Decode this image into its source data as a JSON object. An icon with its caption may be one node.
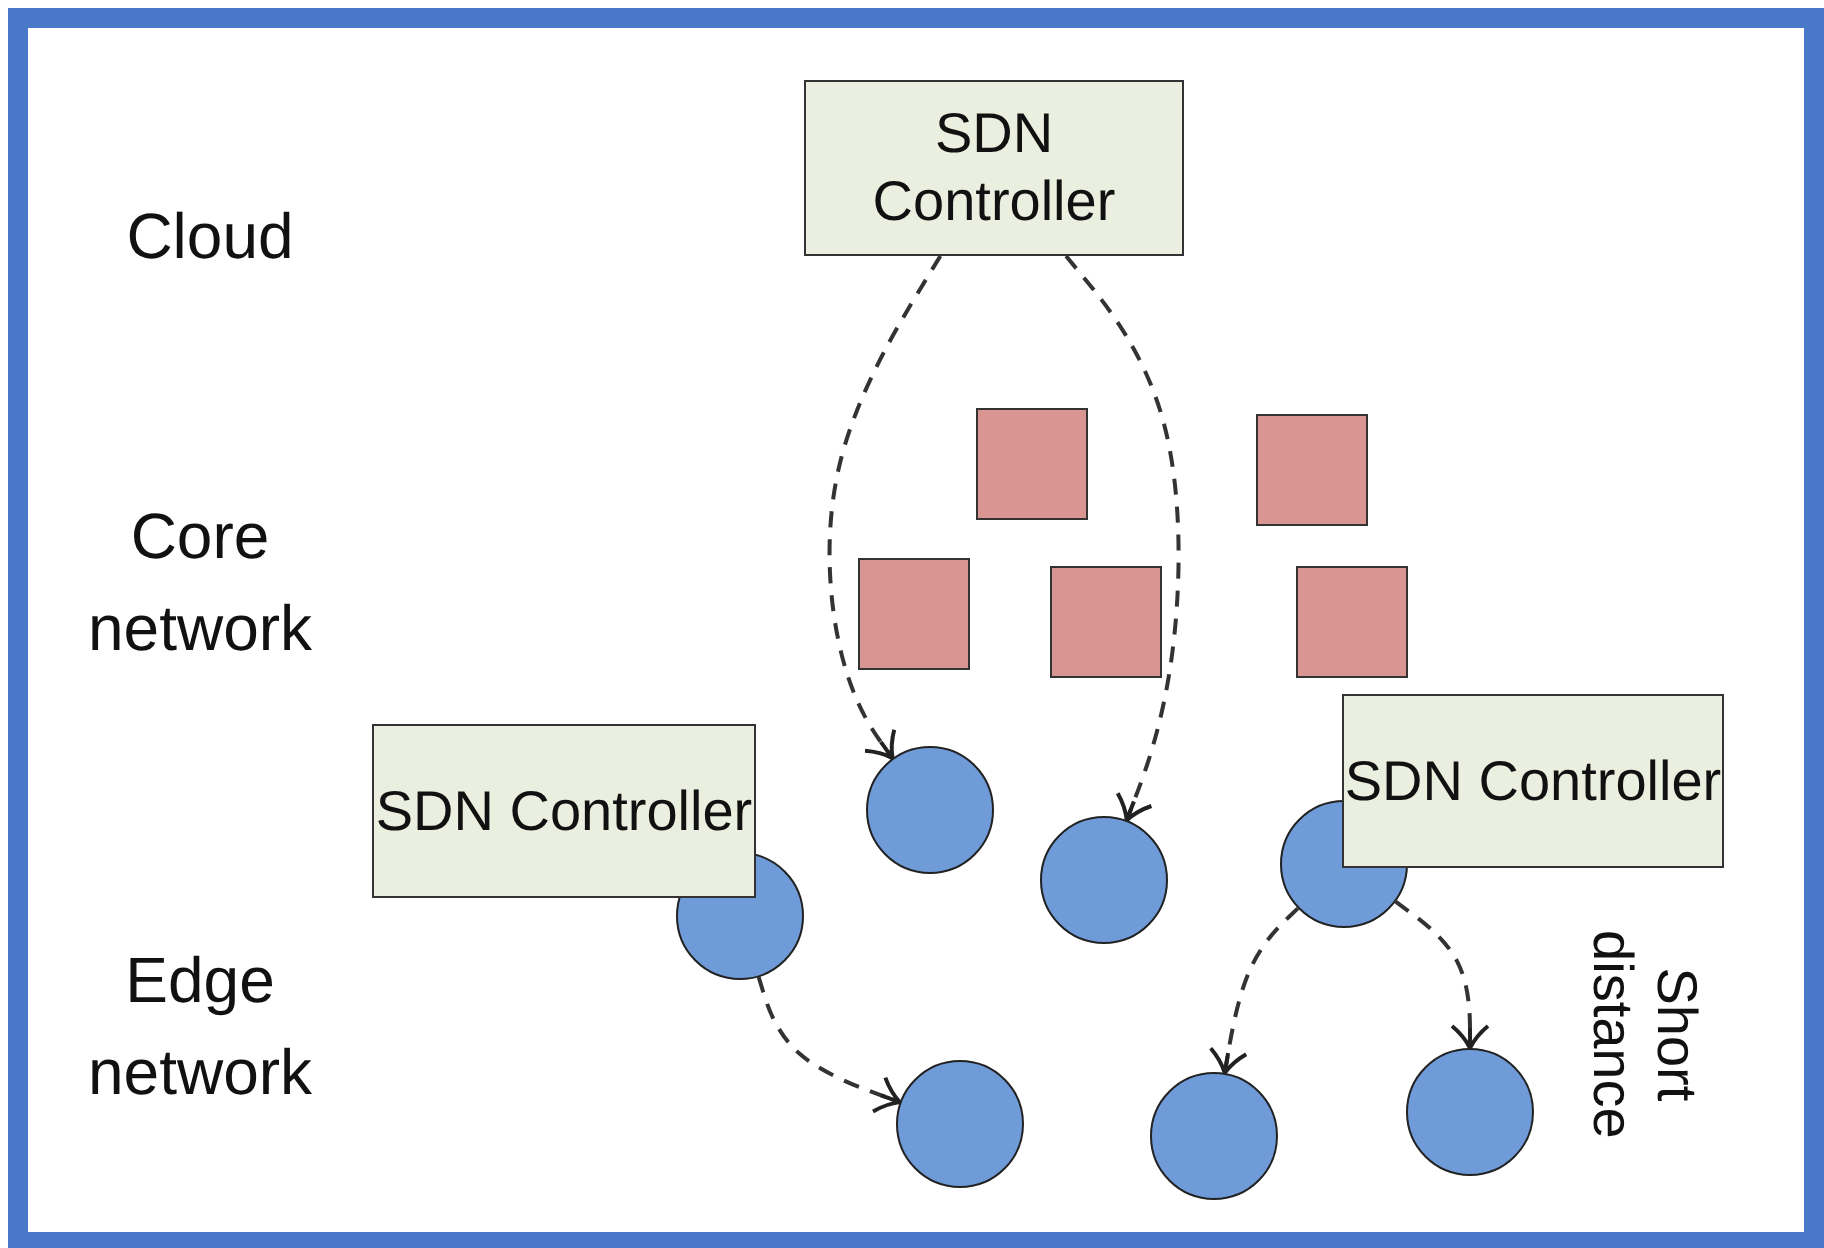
{
  "diagram": {
    "nodes": [
      {
        "text": [
          "SDN Controller"
        ]
      },
      {
        "text": [],
        "shape": "box"
      },
      {
        "text": [],
        "shape": "box"
      },
      {
        "text": [],
        "shape": "box"
      },
      {
        "text": [],
        "shape": "box"
      },
      {
        "text": [],
        "shape": "box"
      },
      {
        "text": [
          "SDN Controller"
        ]
      },
      {
        "text": [
          "SDN Controller"
        ]
      },
      {
        "text": [],
        "shape": "circle"
      },
      {
        "text": [],
        "shape": "circle"
      },
      {
        "text": [],
        "shape": "circle"
      },
      {
        "text": [],
        "shape": "circle"
      },
      {
        "text": [],
        "shape": "circle"
      },
      {
        "text": [],
        "shape": "circle"
      },
      {
        "text": [],
        "shape": "circle"
      }
    ],
    "edges": [
      {
        "from": 0,
        "to": 8,
        "arrow": "to",
        "style": "dashed"
      },
      {
        "from": 0,
        "to": 9,
        "arrow": "to",
        "style": "dashed"
      },
      {
        "from": 11,
        "to": 12,
        "arrow": "to",
        "style": "dashed"
      },
      {
        "from": 10,
        "to": 13,
        "arrow": "to",
        "style": "dashed"
      },
      {
        "from": 10,
        "to": 14,
        "arrow": "to",
        "style": "dashed"
      }
    ],
    "labels": [
      "Cloud",
      "Core network",
      "Edge network",
      "Short distance"
    ]
  }
}
